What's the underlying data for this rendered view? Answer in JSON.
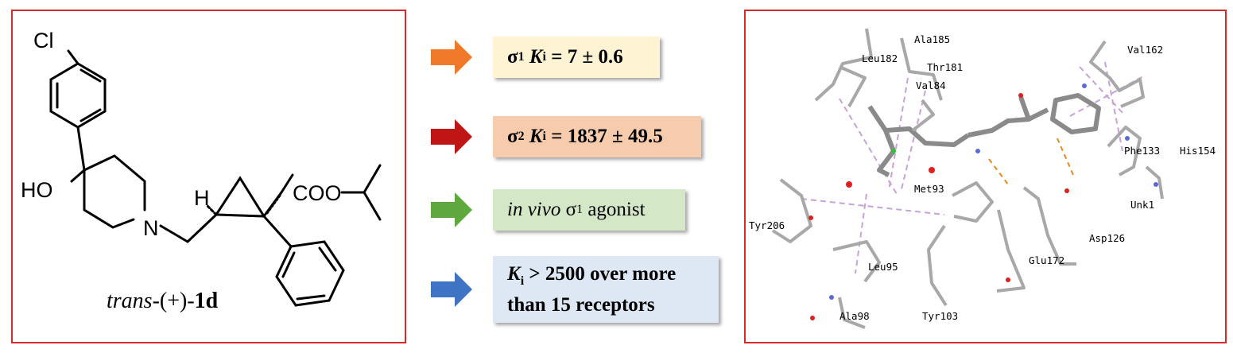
{
  "molecule": {
    "atoms": {
      "cl": "Cl",
      "ho": "HO",
      "n": "N",
      "h": "H",
      "coo": "COO"
    },
    "caption_prefix": "trans-",
    "caption_mid": "(+)-",
    "caption_bold": "1d"
  },
  "findings": [
    {
      "arrow_color": "#f07a2a",
      "box_color": "#fef3d2",
      "sym": "σ",
      "sub": "1",
      "k": "K",
      "ksub": "i",
      "text": " = 7 ± 0.6"
    },
    {
      "arrow_color": "#c01515",
      "box_color": "#f7ccad",
      "sym": "σ",
      "sub": "2",
      "k": "K",
      "ksub": "i",
      "text": " = 1837 ± 49.5"
    },
    {
      "arrow_color": "#5fa83e",
      "box_color": "#d4e8c8",
      "pre": "in vivo",
      "sym": "σ",
      "sub": "1",
      "text": " agonist"
    },
    {
      "arrow_color": "#3f73c4",
      "box_color": "#dde8f4",
      "k": "K",
      "ksub": "i",
      "text": " > 2500 over more",
      "line2": "than 15 receptors"
    }
  ],
  "docking": {
    "residues": [
      "Ala185",
      "Leu182",
      "Thr181",
      "Val84",
      "Val162",
      "Phe133",
      "His154",
      "Met93",
      "Unk1",
      "Tyr206",
      "Asp126",
      "Glu172",
      "Leu95",
      "Ala98",
      "Tyr103"
    ]
  }
}
